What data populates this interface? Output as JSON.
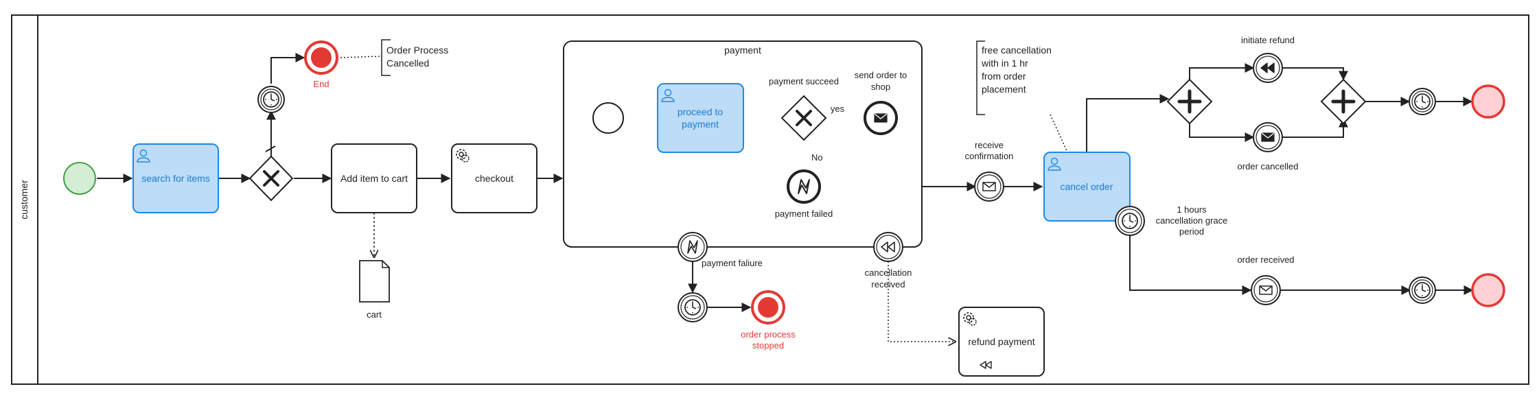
{
  "pool": {
    "lane_label": "customer"
  },
  "tasks": {
    "search": "search for items",
    "add_cart": "Add item to cart",
    "checkout": "checkout",
    "proceed_1": "proceed to",
    "proceed_2": "payment",
    "cancel_order": "cancel order",
    "refund_payment": "refund payment"
  },
  "subprocess": {
    "title": "payment"
  },
  "labels": {
    "end": "End",
    "annotation_top_1": "Order Process",
    "annotation_top_2": "Cancelled",
    "cart": "cart",
    "payment_succeed": "payment succeed",
    "yes": "yes",
    "no": "No",
    "send_order_1": "send order to",
    "send_order_2": "shop",
    "payment_failed": "payment failed",
    "payment_failure": "payment faliure",
    "order_stopped_1": "order process",
    "order_stopped_2": "stopped",
    "cancellation_1": "cancellation",
    "cancellation_2": "received",
    "receive_conf_1": "receive",
    "receive_conf_2": "confirmation",
    "free_cancel_1": "free cancellation",
    "free_cancel_2": "with in 1 hr",
    "free_cancel_3": "from order",
    "free_cancel_4": "placement",
    "grace_1": "1 hours",
    "grace_2": "cancellation grace",
    "grace_3": "period",
    "initiate_refund": "initiate refund",
    "order_cancelled": "order cancelled",
    "order_received": "order received"
  },
  "colors": {
    "user_task_fill": "#bcdcf7",
    "user_task_stroke": "#1e88e5",
    "user_task_text": "#1e7bd4",
    "end_red": "#e53935",
    "end_fill_light": "#ffd0d4",
    "start_green_fill": "#d4edd5",
    "start_green_stroke": "#43a047",
    "line": "#222222"
  }
}
